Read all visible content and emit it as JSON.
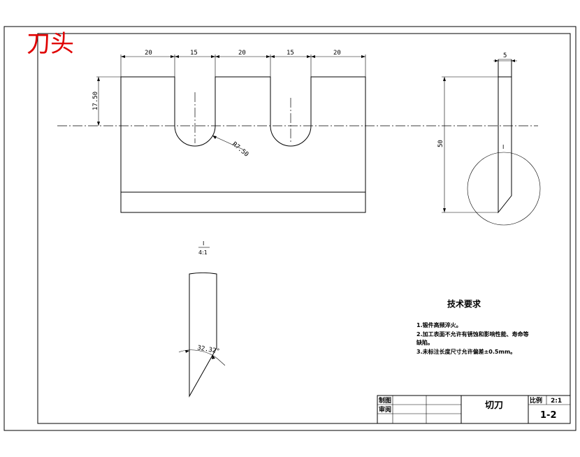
{
  "stamp_title": "刀头",
  "dimensions": {
    "seg1": "20",
    "slot1": "15",
    "seg2": "20",
    "slot2": "15",
    "seg3": "20",
    "height": "17.50",
    "radius": "R7.50",
    "thickness": "5",
    "side_height": "50",
    "section_mark": "I",
    "detail_top": "I",
    "detail_bottom": "4:1",
    "angle": "32.32°"
  },
  "requirements": {
    "title": "技术要求",
    "line1": "1.锻件高频淬火。",
    "line2": "2.加工表面不允许有锈蚀和影响性能、寿命等",
    "line3": "缺陷。",
    "line4": "3.未标注长度尺寸允许偏差±0.5mm。"
  },
  "title_block": {
    "drawn_label": "制图",
    "review_label": "审阅",
    "part_name": "切刀",
    "scale_label": "比例",
    "scale_value": "2:1",
    "drawing_no": "1-2"
  }
}
